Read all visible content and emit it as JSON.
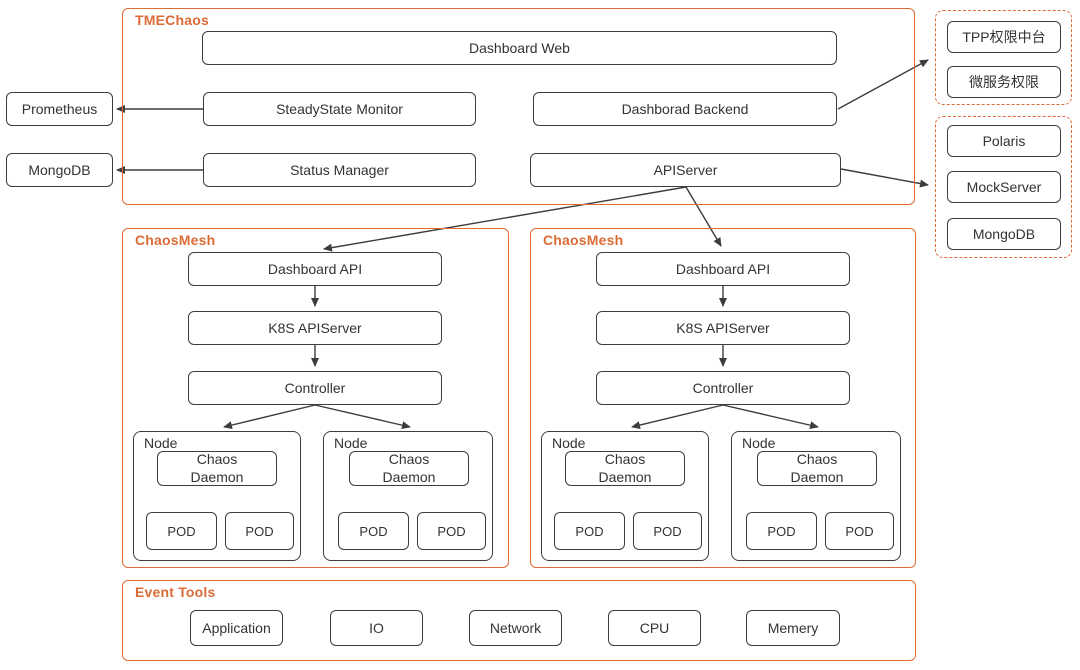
{
  "colors": {
    "accent": "#dc6b37",
    "stroke": "#3d3d3d",
    "text": "#333333"
  },
  "external": {
    "prometheus": "Prometheus",
    "mongodb": "MongoDB"
  },
  "tmechaos": {
    "title": "TMEChaos",
    "dashboard_web": "Dashboard Web",
    "steadystate_monitor": "SteadyState Monitor",
    "dashborad_backend": "Dashborad Backend",
    "status_manager": "Status Manager",
    "apiserver": "APIServer"
  },
  "auth_group": {
    "items": [
      "TPP权限中台",
      "微服务权限"
    ]
  },
  "middleware_group": {
    "items": [
      "Polaris",
      "MockServer",
      "MongoDB"
    ]
  },
  "chaosmesh": [
    {
      "title": "ChaosMesh",
      "dashboard_api": "Dashboard API",
      "k8s_apiserver": "K8S APIServer",
      "controller": "Controller",
      "nodes": [
        {
          "label": "Node",
          "daemon": "Chaos\nDaemon",
          "pods": [
            "POD",
            "POD"
          ]
        },
        {
          "label": "Node",
          "daemon": "Chaos\nDaemon",
          "pods": [
            "POD",
            "POD"
          ]
        }
      ]
    },
    {
      "title": "ChaosMesh",
      "dashboard_api": "Dashboard API",
      "k8s_apiserver": "K8S APIServer",
      "controller": "Controller",
      "nodes": [
        {
          "label": "Node",
          "daemon": "Chaos\nDaemon",
          "pods": [
            "POD",
            "POD"
          ]
        },
        {
          "label": "Node",
          "daemon": "Chaos\nDaemon",
          "pods": [
            "POD",
            "POD"
          ]
        }
      ]
    }
  ],
  "event_tools": {
    "title": "Event Tools",
    "items": [
      "Application",
      "IO",
      "Network",
      "CPU",
      "Memery"
    ]
  }
}
